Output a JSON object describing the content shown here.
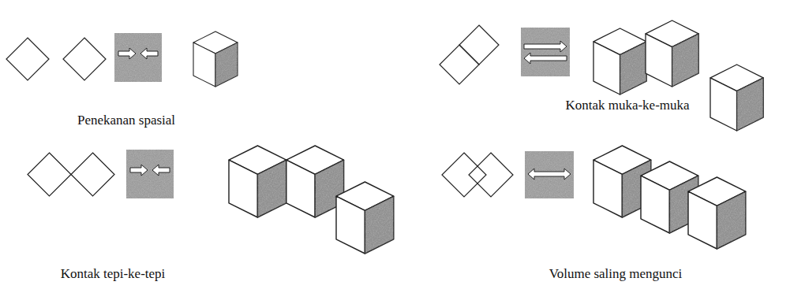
{
  "diagram": {
    "labels": [
      "Penekanan spasial",
      "Kontak muka-ke-muka",
      "Kontak tepi-ke-tepi",
      "Volume saling mengunci"
    ]
  }
}
